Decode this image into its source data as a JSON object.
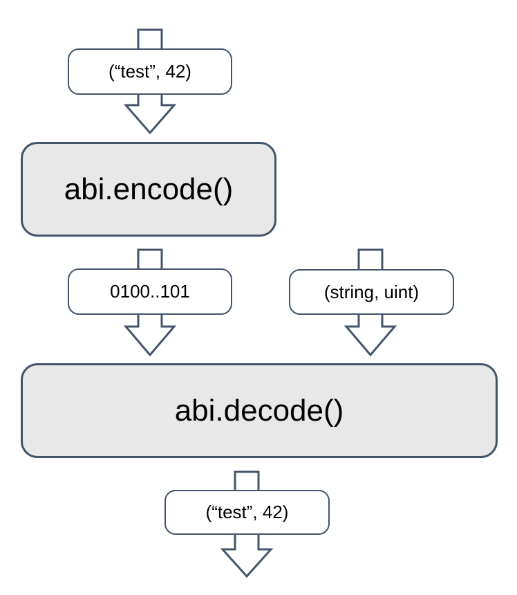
{
  "diagram": {
    "description": "ABI encode and decode data flow",
    "nodes": {
      "input": {
        "label": "(“test”, 42)"
      },
      "encode": {
        "label": "abi.encode()"
      },
      "encoded_bytes": {
        "label": "0100..101"
      },
      "type_signature": {
        "label": "(string, uint)"
      },
      "decode": {
        "label": "abi.decode()"
      },
      "output": {
        "label": "(“test”, 42)"
      }
    },
    "colors": {
      "outline": "#44546a",
      "process_fill": "#e8e8e8",
      "label_fill": "#ffffff",
      "text": "#000000",
      "background": "#ffffff"
    }
  }
}
